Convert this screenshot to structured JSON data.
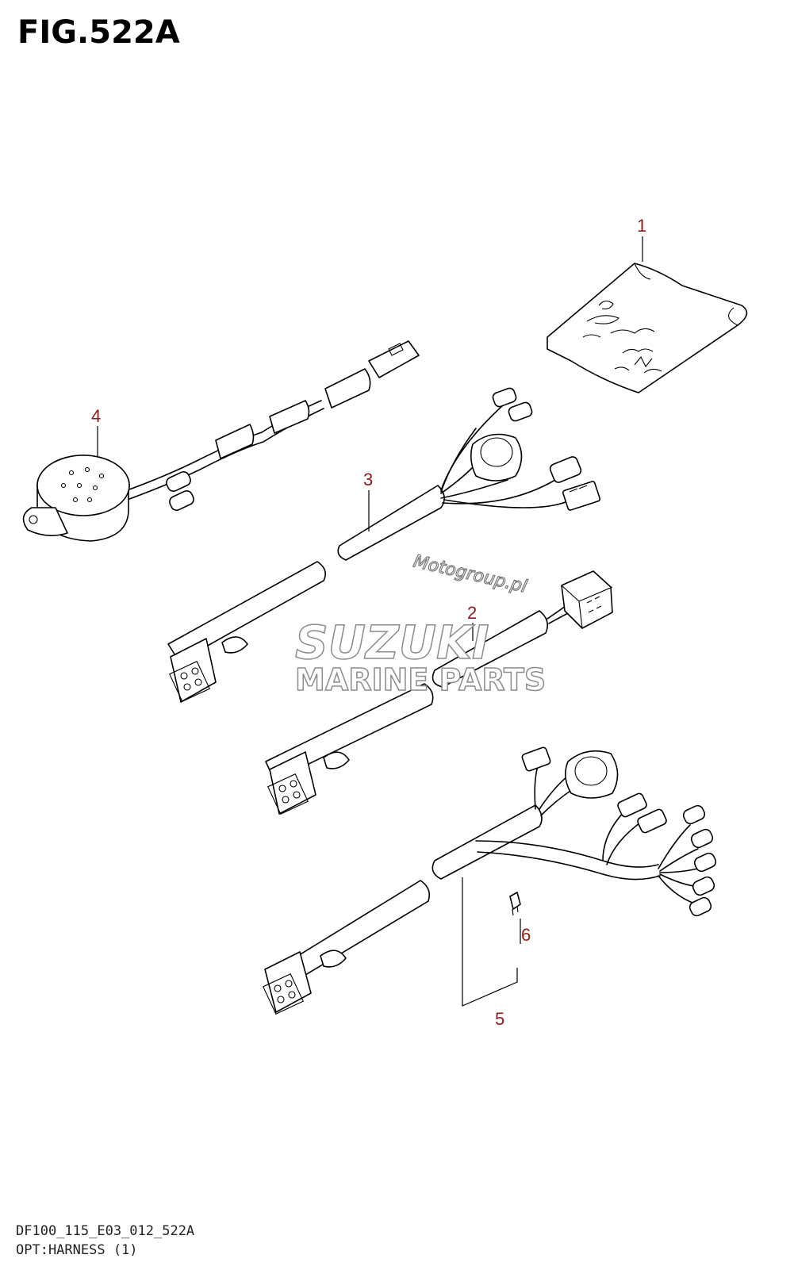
{
  "figure": {
    "title": "FIG.522A",
    "code": "DF100_115_E03_012_522A",
    "subtitle": "OPT:HARNESS (1)"
  },
  "callouts": [
    "1",
    "2",
    "3",
    "4",
    "5",
    "6"
  ],
  "watermark": {
    "line1": "Motogroup.pl",
    "brand": "SUZUKI",
    "tagline": "MARINE PARTS"
  },
  "colors": {
    "callout": "#8b1a1a",
    "linework": "#000000",
    "watermark": "#8c8c8c"
  }
}
